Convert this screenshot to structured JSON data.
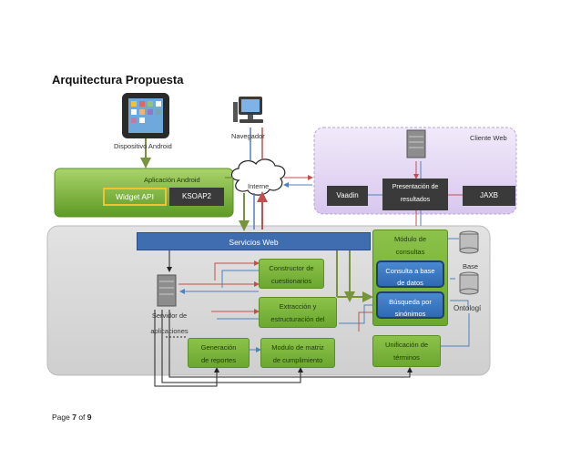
{
  "heading": "Arquitectura Propuesta",
  "footer": {
    "page_prefix": "Page ",
    "page_num": "7",
    "page_mid": " of ",
    "page_total": "9"
  },
  "nodes": {
    "android_device": "Dispositivo Android",
    "browser": "Navegador",
    "web_client": "Cliente Web",
    "android_app": "Aplicación Android",
    "widget_api": "Widget API",
    "ksoap2": "KSOAP2",
    "internet": "Interne",
    "vaadin": "Vaadin",
    "presentation_1": "Presentación de",
    "presentation_2": "resultados",
    "jaxb": "JAXB",
    "web_services": "Servicios Web",
    "query_module_1": "Módulo de",
    "query_module_2": "consultas",
    "db_query_1": "Consulta a base",
    "db_query_2": "de datos",
    "synonym_search_1": "Búsqueda por",
    "synonym_search_2": "sinónimos",
    "base": "Base",
    "ontology": "Ontologí",
    "builder_1": "Constructor de",
    "builder_2": "cuestionarios",
    "extraction_1": "Extracción y",
    "extraction_2": "estructuración del",
    "app_server_1": "Servidor de",
    "app_server_2": "aplicaciones",
    "reports_1": "Generación",
    "reports_2": "de reportes",
    "matrix_1": "Modulo de matriz",
    "matrix_2": "de cumplimiento",
    "unification_1": "Unificación de",
    "unification_2": "términos"
  },
  "colors": {
    "green": "#6ca72f",
    "blue": "#2f6ab3",
    "lavender": "#e6dcf3",
    "gray": "#d9d9d9",
    "arrow_red": "#c0504d",
    "arrow_green": "#77933c",
    "arrow_blue": "#4f81bd"
  }
}
